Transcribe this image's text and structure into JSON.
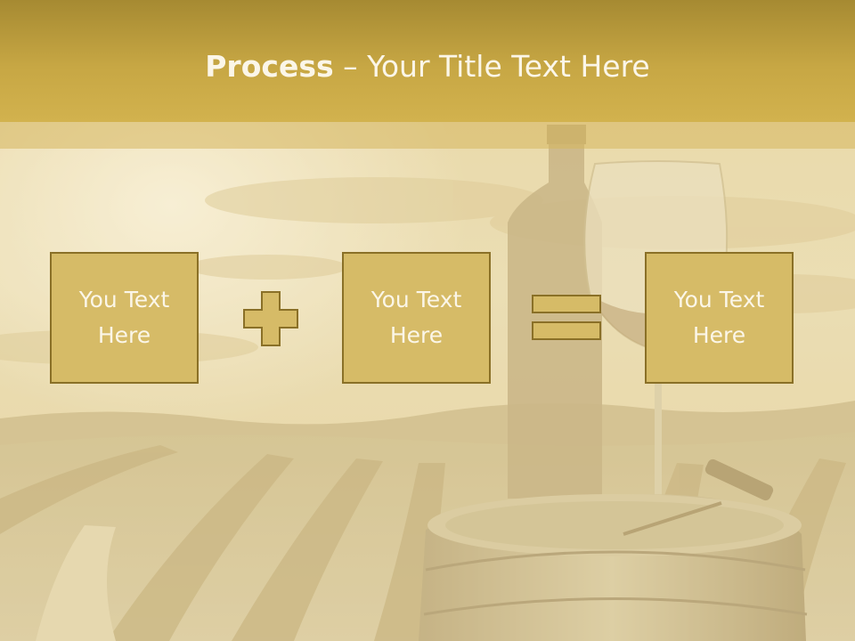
{
  "title": {
    "bold": "Process",
    "rest": " – Your Title Text Here"
  },
  "boxes": [
    {
      "line1": "You Text",
      "line2": "Here"
    },
    {
      "line1": "You Text",
      "line2": "Here"
    },
    {
      "line1": "You Text",
      "line2": "Here"
    }
  ],
  "operators": [
    "plus-icon",
    "equals-icon"
  ],
  "colors": {
    "title_band": "#c7a744",
    "box_fill": "#d6bb67",
    "box_border": "#8a7027",
    "text": "#fbf6e8"
  }
}
